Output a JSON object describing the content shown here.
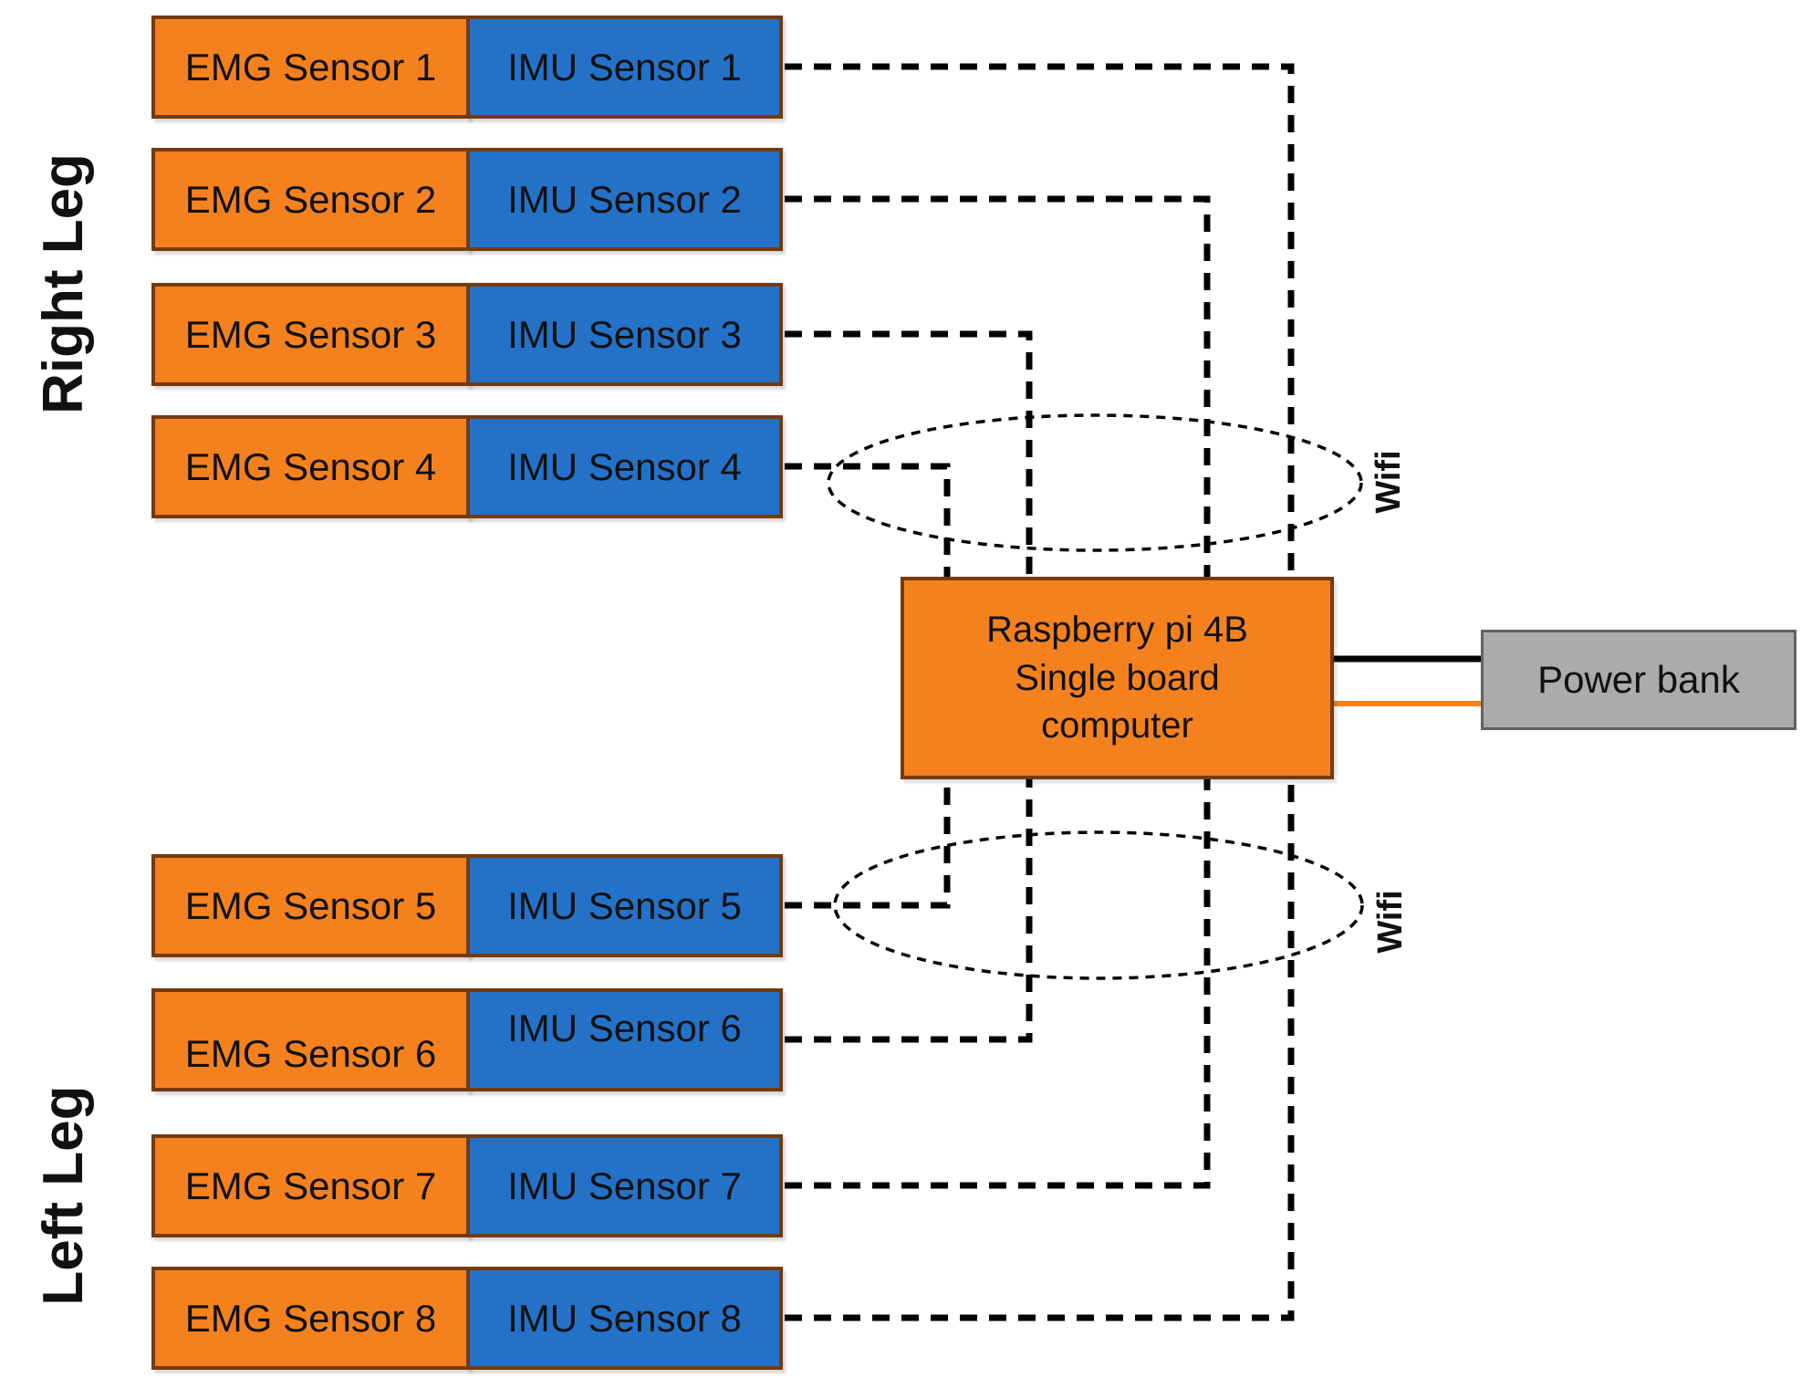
{
  "colors": {
    "emg_fill": "#F5811E",
    "imu_fill": "#2472C8",
    "box_border": "#753A0D",
    "hub_fill": "#F5811E",
    "hub_border": "#753A0D",
    "power_fill": "#ABABAB",
    "power_border": "#616161",
    "wire_black": "#000000",
    "wire_orange": "#F5811E",
    "text": "#111111"
  },
  "leg_labels": {
    "right": "Right Leg",
    "left": "Left Leg"
  },
  "sensors": [
    {
      "emg": "EMG Sensor 1",
      "imu": "IMU Sensor 1"
    },
    {
      "emg": "EMG Sensor 2",
      "imu": "IMU Sensor 2"
    },
    {
      "emg": "EMG Sensor 3",
      "imu": "IMU Sensor 3"
    },
    {
      "emg": "EMG Sensor 4",
      "imu": "IMU Sensor 4"
    },
    {
      "emg": "EMG Sensor 5",
      "imu": "IMU Sensor 5"
    },
    {
      "emg": "EMG Sensor 6",
      "imu": "IMU Sensor 6"
    },
    {
      "emg": "EMG Sensor 7",
      "imu": "IMU Sensor 7"
    },
    {
      "emg": "EMG Sensor 8",
      "imu": "IMU Sensor 8"
    }
  ],
  "hub": {
    "line1": "Raspberry pi 4B",
    "line2": "Single board",
    "line3": "computer"
  },
  "power_bank": {
    "label": "Power bank"
  },
  "wifi": {
    "top_label": "Wifi",
    "bottom_label": "Wifi"
  }
}
